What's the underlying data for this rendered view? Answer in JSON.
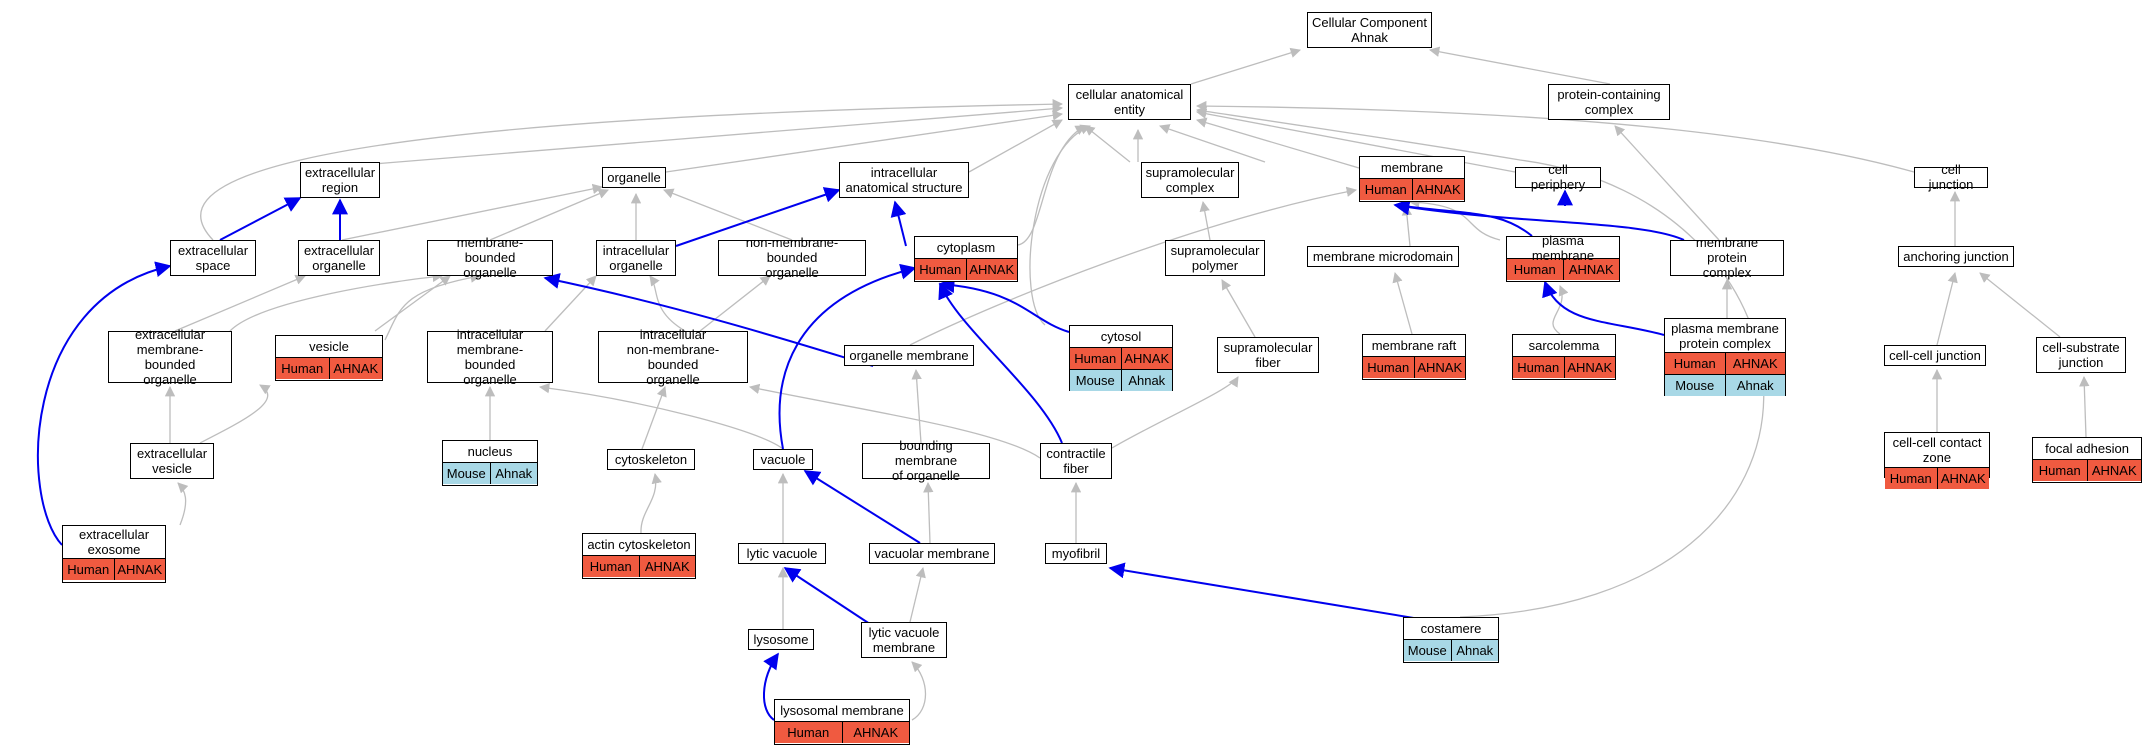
{
  "colors": {
    "human": "#f05a40",
    "mouse": "#a8d8e6",
    "gray_edge": "#bdbdbd",
    "blue_edge": "#0000ee"
  },
  "nodes": [
    {
      "id": "root",
      "label": "Cellular Component\nAhnak",
      "rows": []
    },
    {
      "id": "cae",
      "label": "cellular anatomical\nentity",
      "rows": []
    },
    {
      "id": "pcc",
      "label": "protein-containing\ncomplex",
      "rows": []
    },
    {
      "id": "exreg",
      "label": "extracellular\nregion",
      "rows": []
    },
    {
      "id": "organelle",
      "label": "organelle",
      "rows": []
    },
    {
      "id": "ias",
      "label": "intracellular\nanatomical structure",
      "rows": []
    },
    {
      "id": "supcx",
      "label": "supramolecular\ncomplex",
      "rows": []
    },
    {
      "id": "membrane",
      "label": "membrane",
      "rows": [
        [
          "Human",
          "AHNAK"
        ]
      ]
    },
    {
      "id": "cellper",
      "label": "cell periphery",
      "rows": []
    },
    {
      "id": "celljunc",
      "label": "cell junction",
      "rows": []
    },
    {
      "id": "exspace",
      "label": "extracellular\nspace",
      "rows": []
    },
    {
      "id": "exorg",
      "label": "extracellular\norganelle",
      "rows": []
    },
    {
      "id": "mbo",
      "label": "membrane-bounded\norganelle",
      "rows": []
    },
    {
      "id": "intorg",
      "label": "intracellular\norganelle",
      "rows": []
    },
    {
      "id": "nmbo",
      "label": "non-membrane-bounded\norganelle",
      "rows": []
    },
    {
      "id": "cytoplasm",
      "label": "cytoplasm",
      "rows": [
        [
          "Human",
          "AHNAK"
        ]
      ]
    },
    {
      "id": "suppoly",
      "label": "supramolecular\npolymer",
      "rows": []
    },
    {
      "id": "memmicro",
      "label": "membrane microdomain",
      "rows": []
    },
    {
      "id": "pm",
      "label": "plasma membrane",
      "rows": [
        [
          "Human",
          "AHNAK"
        ]
      ]
    },
    {
      "id": "mpc",
      "label": "membrane protein\ncomplex",
      "rows": []
    },
    {
      "id": "anchor",
      "label": "anchoring junction",
      "rows": []
    },
    {
      "id": "exmbo",
      "label": "extracellular\nmembrane-bounded\norganelle",
      "rows": []
    },
    {
      "id": "vesicle",
      "label": "vesicle",
      "rows": [
        [
          "Human",
          "AHNAK"
        ]
      ]
    },
    {
      "id": "imbo",
      "label": "intracellular\nmembrane-bounded\norganelle",
      "rows": []
    },
    {
      "id": "inmbo",
      "label": "intracellular\nnon-membrane-bounded\norganelle",
      "rows": []
    },
    {
      "id": "orgmem",
      "label": "organelle membrane",
      "rows": []
    },
    {
      "id": "cytosol",
      "label": "cytosol",
      "rows": [
        [
          "Human",
          "AHNAK"
        ],
        [
          "Mouse",
          "Ahnak"
        ]
      ]
    },
    {
      "id": "supfib",
      "label": "supramolecular\nfiber",
      "rows": []
    },
    {
      "id": "raft",
      "label": "membrane raft",
      "rows": [
        [
          "Human",
          "AHNAK"
        ]
      ]
    },
    {
      "id": "sarco",
      "label": "sarcolemma",
      "rows": [
        [
          "Human",
          "AHNAK"
        ]
      ]
    },
    {
      "id": "pmpc",
      "label": "plasma membrane\nprotein complex",
      "rows": [
        [
          "Human",
          "AHNAK"
        ],
        [
          "Mouse",
          "Ahnak"
        ]
      ]
    },
    {
      "id": "ccj",
      "label": "cell-cell junction",
      "rows": []
    },
    {
      "id": "csj",
      "label": "cell-substrate\njunction",
      "rows": []
    },
    {
      "id": "exves",
      "label": "extracellular\nvesicle",
      "rows": []
    },
    {
      "id": "nucleus",
      "label": "nucleus",
      "rows": [
        [
          "Mouse",
          "Ahnak"
        ]
      ]
    },
    {
      "id": "cytoskel",
      "label": "cytoskeleton",
      "rows": []
    },
    {
      "id": "vacuole",
      "label": "vacuole",
      "rows": []
    },
    {
      "id": "bmo",
      "label": "bounding membrane\nof organelle",
      "rows": []
    },
    {
      "id": "contfib",
      "label": "contractile\nfiber",
      "rows": []
    },
    {
      "id": "cccz",
      "label": "cell-cell contact\nzone",
      "rows": [
        [
          "Human",
          "AHNAK"
        ]
      ]
    },
    {
      "id": "focal",
      "label": "focal adhesion",
      "rows": [
        [
          "Human",
          "AHNAK"
        ]
      ]
    },
    {
      "id": "exosome",
      "label": "extracellular\nexosome",
      "rows": [
        [
          "Human",
          "AHNAK"
        ]
      ]
    },
    {
      "id": "actin",
      "label": "actin cytoskeleton",
      "rows": [
        [
          "Human",
          "AHNAK"
        ]
      ]
    },
    {
      "id": "lytvac",
      "label": "lytic vacuole",
      "rows": []
    },
    {
      "id": "vacmem",
      "label": "vacuolar membrane",
      "rows": []
    },
    {
      "id": "myofibril",
      "label": "myofibril",
      "rows": []
    },
    {
      "id": "lysosome",
      "label": "lysosome",
      "rows": []
    },
    {
      "id": "lvm",
      "label": "lytic vacuole\nmembrane",
      "rows": []
    },
    {
      "id": "costamere",
      "label": "costamere",
      "rows": [
        [
          "Mouse",
          "Ahnak"
        ]
      ]
    },
    {
      "id": "lysmem",
      "label": "lysosomal membrane",
      "rows": [
        [
          "Human",
          "AHNAK"
        ]
      ]
    }
  ]
}
